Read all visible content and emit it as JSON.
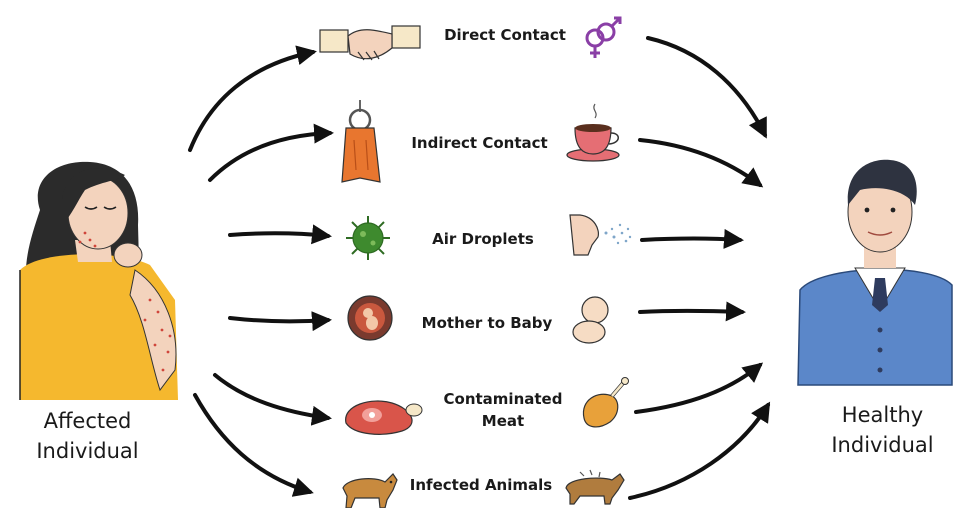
{
  "source": {
    "title_line1": "Affected",
    "title_line2": "Individual"
  },
  "target": {
    "title_line1": "Healthy",
    "title_line2": "Individual"
  },
  "routes": [
    {
      "label": "Direct Contact",
      "icon_left": "handshake-icon",
      "icon_right": "gender-symbols-icon"
    },
    {
      "label": "Indirect Contact",
      "icon_left": "towel-on-hook-icon",
      "icon_right": "coffee-cup-icon"
    },
    {
      "label": "Air Droplets",
      "icon_left": "virus-icon",
      "icon_right": "sneeze-icon"
    },
    {
      "label": "Mother to Baby",
      "icon_left": "fetus-in-womb-icon",
      "icon_right": "baby-icon"
    },
    {
      "label_line1": "Contaminated",
      "label_line2": "Meat",
      "icon_left": "raw-meat-icon",
      "icon_right": "chicken-leg-icon"
    },
    {
      "label": "Infected Animals",
      "icon_left": "dog-icon",
      "icon_right": "sick-dog-icon"
    }
  ],
  "colors": {
    "arrow": "#111111",
    "shirt_yellow": "#f5b82e",
    "shirt_blue": "#5b87c9",
    "rash": "#d0453a",
    "virus": "#3e8a2e",
    "gender_symbols": "#8a3fa6"
  }
}
